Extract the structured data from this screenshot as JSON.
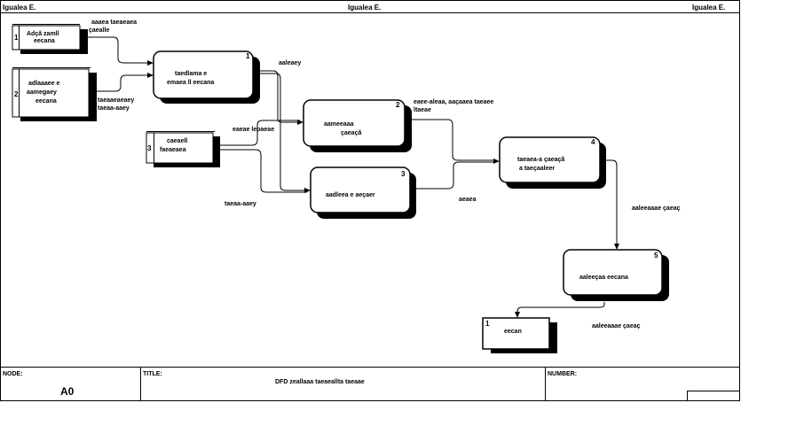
{
  "header": {
    "left": "Igualea E.",
    "center": "Igualea E.",
    "right": "Igualea E."
  },
  "entities": [
    {
      "num": "1",
      "line1": "Adçã zamll",
      "line2": "eecana"
    },
    {
      "num": "2",
      "line1": "adlaaaee e",
      "line2": "aamegaey",
      "line3": "eecana"
    },
    {
      "num": "3",
      "line1": "caeaell",
      "line2": "faeaeaea"
    },
    {
      "num": "1",
      "line1": "eecan"
    }
  ],
  "processes": [
    {
      "num": "1",
      "line1": "taedlama e",
      "line2": "emaea ll eecana"
    },
    {
      "num": "2",
      "line1": "aameeaaa",
      "line2": "çaeaçã"
    },
    {
      "num": "3",
      "line1": "aadleea e aeçaer"
    },
    {
      "num": "4",
      "line1": "taeaea-a çaeaçã",
      "line2": "a taeçaaleer"
    },
    {
      "num": "5",
      "line1": "aaleeçaa eecana"
    }
  ],
  "flows": {
    "f1a": "aaaea taeaeaea",
    "f1b": "çaealle",
    "f2a": "taeaaeaeaey",
    "f2b": "taeaa-aaey",
    "f3": "aaleaey",
    "f4": "eaeae lepaeae",
    "f5": "taeaa-aaey",
    "f6a": "eaee-aleaa, aaçaaea taeaee",
    "f6b": "ltaeae",
    "f7": "aeaea",
    "f8": "aaleeaaae çaeaç",
    "f9": "aaleeaaae çaeaç"
  },
  "footer": {
    "node_label": "NODE:",
    "node_value": "A0",
    "title_label": "TITLE:",
    "title_value": "DFD zeallaaa taeaeallta taeaae",
    "number_label": "NUMBER:"
  }
}
